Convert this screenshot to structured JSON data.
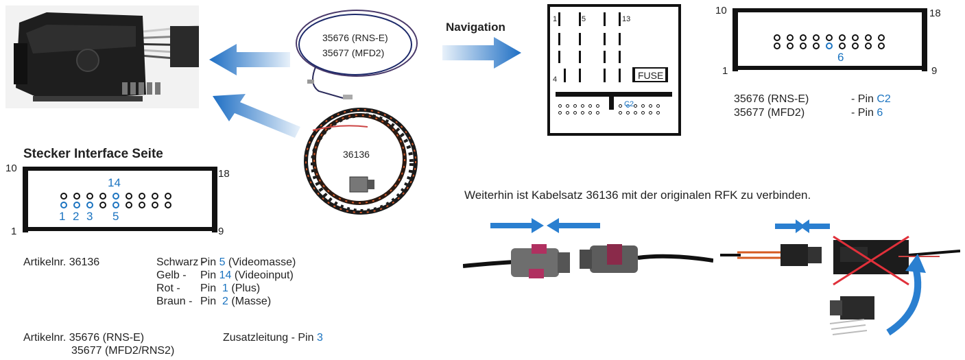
{
  "top_photo": {
    "cable_label_1": "35676 (RNS-E)",
    "cable_label_2": "35677 (MFD2)",
    "harness_label": "36136"
  },
  "navigation": {
    "title": "Navigation",
    "pin_1": "1",
    "pin_5": "5",
    "pin_13": "13",
    "pin_4": "4",
    "fuse_label": "FUSE",
    "pin_c2": "C2"
  },
  "right_connector": {
    "left_top": "10",
    "right_top": "18",
    "left_bottom": "1",
    "right_bottom": "9",
    "highlight_pin": "6"
  },
  "right_pins": {
    "row1_name": "35676 (RNS-E)",
    "row1_prefix": "- Pin ",
    "row1_pin": "C2",
    "row2_name": "35677 (MFD2)",
    "row2_prefix": "- Pin ",
    "row2_pin": "6"
  },
  "stecker": {
    "title": "Stecker Interface Seite",
    "left_top": "10",
    "right_top": "18",
    "left_bottom": "1",
    "right_bottom": "9",
    "pin_14": "14",
    "pin_1": "1",
    "pin_2": "2",
    "pin_3": "3",
    "pin_5": "5"
  },
  "article_36136": {
    "label": "Artikelnr. 36136",
    "rows": [
      {
        "color": "Schwarz -",
        "prefix": "Pin ",
        "pin": "5",
        "desc": " (Videomasse)"
      },
      {
        "color": "Gelb -",
        "prefix": "Pin ",
        "pin": "14",
        "desc": " (Videoinput)"
      },
      {
        "color": "Rot -",
        "prefix": "Pin  ",
        "pin": "1",
        "desc": " (Plus)"
      },
      {
        "color": "Braun -",
        "prefix": "Pin  ",
        "pin": "2",
        "desc": " (Masse)"
      }
    ]
  },
  "article_35676": {
    "label": "Artikelnr. 35676 (RNS-E)",
    "line2": "35677 (MFD2/RNS2)",
    "extra": "Zusatzleitung - Pin ",
    "pin": "3"
  },
  "note": "Weiterhin ist Kabelsatz 36136 mit der originalen RFK zu verbinden.",
  "colors": {
    "accent": "#1a73c0",
    "arrow": "#2a7fd0",
    "outline": "#111111"
  }
}
